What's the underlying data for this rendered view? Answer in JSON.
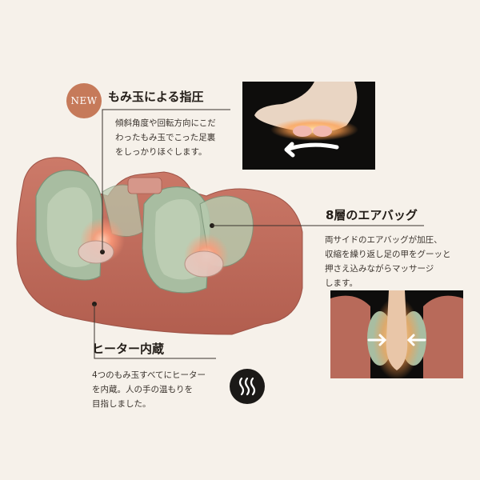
{
  "section_kneading": {
    "badge": "NEW",
    "title": "もみ玉による指圧",
    "lines": [
      "傾斜角度や回転方向にこだ",
      "わったもみ玉でこった足裏",
      "をしっかりほぐします。"
    ]
  },
  "section_airbag": {
    "title": "8層のエアバッグ",
    "lines": [
      "両サイドのエアバッグが加圧、",
      "収縮を繰り返し足の甲をグーッと",
      "押さえ込みながらマッサージ",
      "します。"
    ]
  },
  "section_heater": {
    "title": "ヒーター内蔵",
    "lines": [
      "4つのもみ玉すべてにヒーター",
      "を内蔵。人の手の温もりを",
      "目指しました。"
    ],
    "icon": "heat-waves-icon"
  },
  "colors": {
    "background": "#f6f1ea",
    "badge": "#c67a5a",
    "device_body": "#c46e5f",
    "device_inner": "#9fb79a",
    "heat_glow": "#ff8a5a"
  }
}
